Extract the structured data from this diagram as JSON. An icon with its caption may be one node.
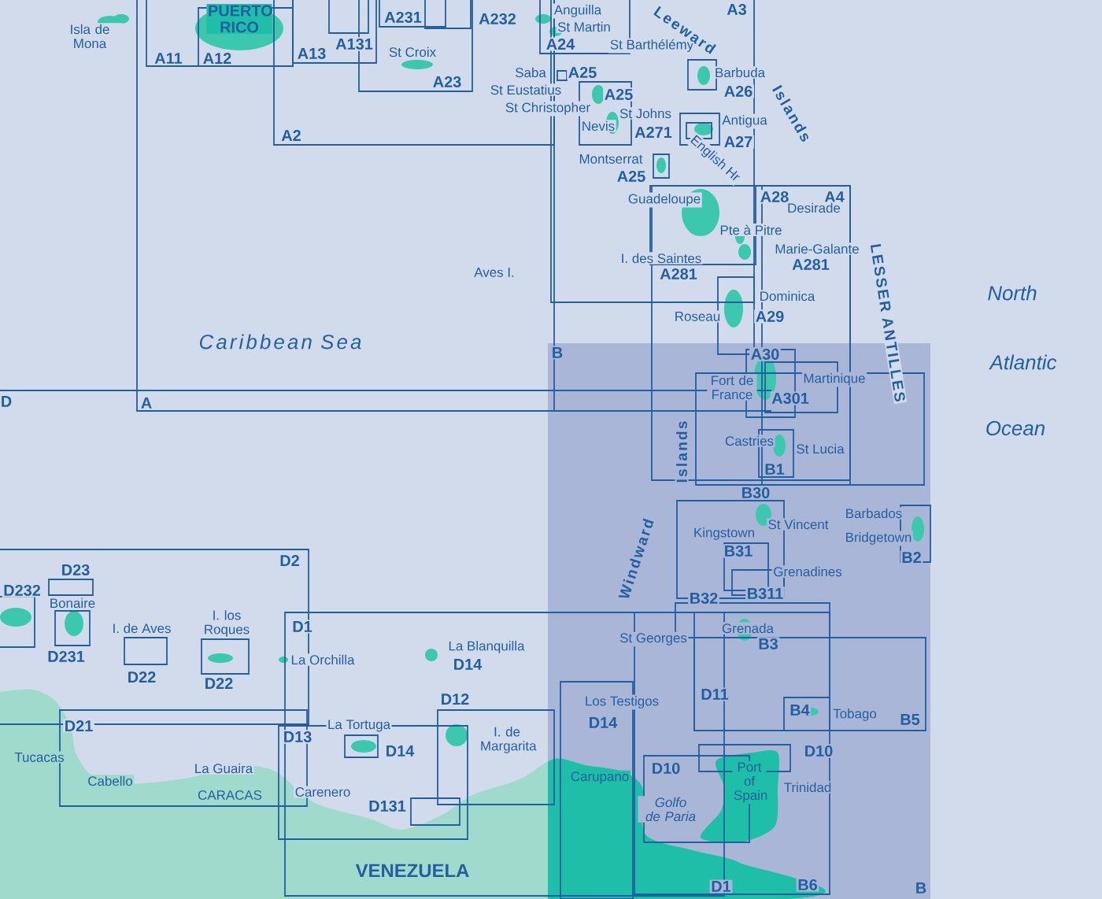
{
  "diagram": {
    "labels": [
      "Isla de Mona",
      "PUERTO RICO",
      "A11",
      "A12",
      "A13",
      "A131",
      "A231",
      "A232",
      "St Croix",
      "A23",
      "A2",
      "Aves I.",
      "Caribbean Sea",
      "D",
      "A",
      "Anguilla",
      "St Martin",
      "A24",
      "St Barthélémy",
      "Saba",
      "A25",
      "St Eustatius",
      "A25",
      "St Christopher",
      "Nevis",
      "A3",
      "Leeward",
      "Barbuda",
      "A26",
      "Islands",
      "St Johns",
      "Antigua",
      "A271",
      "A27",
      "English Hr",
      "Montserrat",
      "A25",
      "LESSER ANTILLES",
      "Guadeloupe",
      "A28",
      "A4",
      "Desirade",
      "Pte à Pitre",
      "Marie-Galante",
      "I. des Saintes",
      "A281",
      "A281",
      "Dominica",
      "Roseau",
      "A29",
      "North",
      "Atlantic",
      "Ocean",
      "B",
      "A30",
      "Fort de France",
      "Martinique",
      "A301",
      "Islands",
      "Castries",
      "St Lucia",
      "B1",
      "B30",
      "St Vincent",
      "Barbados",
      "Kingstown",
      "Bridgetown",
      "B2",
      "B31",
      "Grenadines",
      "Windward",
      "B32",
      "B311",
      "St Georges",
      "Grenada",
      "B3",
      "D11",
      "Los Testigos",
      "D14",
      "B4",
      "Tobago",
      "B5",
      "D10",
      "D10",
      "Carupano",
      "Port of Spain",
      "Trinidad",
      "Golfo de Paria",
      "D1",
      "B6",
      "B",
      "D2",
      "D23",
      "D232",
      "Bonaire",
      "I. de Aves",
      "I. los Roques",
      "D231",
      "D22",
      "D22",
      "D1",
      "La Orchilla",
      "La Blanquilla",
      "D14",
      "D12",
      "D21",
      "La Tortuga",
      "D13",
      "D14",
      "I. de Margarita",
      "Tucacas",
      "Cabello",
      "La Guaira",
      "CARACAS",
      "Carenero",
      "D131",
      "VENEZUELA"
    ]
  }
}
